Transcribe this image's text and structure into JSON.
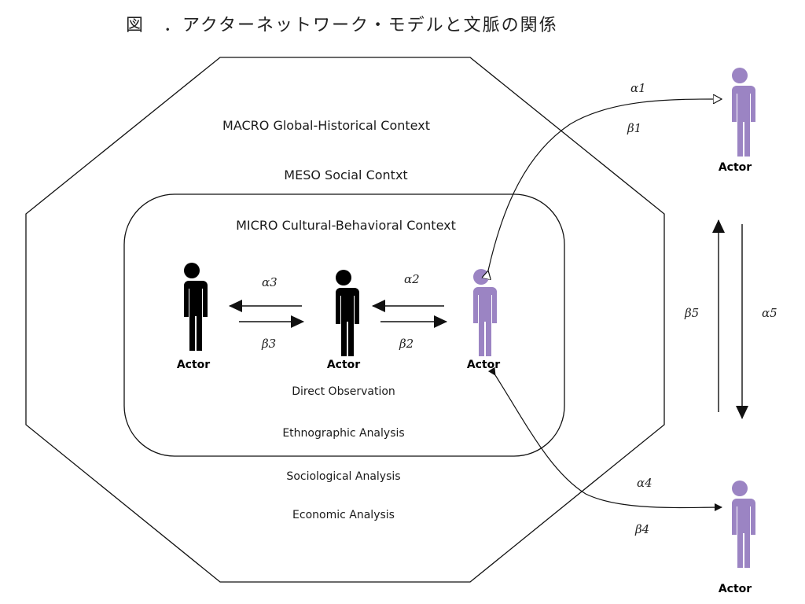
{
  "title": "図　．アクターネットワーク・モデルと文脈の関係",
  "contexts": {
    "macro": "MACRO Global-Historical Context",
    "meso": "MESO Social Contxt",
    "micro": "MICRO Cultural-Behavioral Context"
  },
  "methods": {
    "direct_observation": "Direct Observation",
    "ethnographic": "Ethnographic Analysis",
    "sociological": "Sociological Analysis",
    "economic": "Economic Analysis"
  },
  "actor_label": "Actor",
  "actors": [
    {
      "id": "actor-1",
      "label": "Actor",
      "color": "#000000"
    },
    {
      "id": "actor-2",
      "label": "Actor",
      "color": "#000000"
    },
    {
      "id": "actor-3",
      "label": "Actor",
      "color": "#9b84c3"
    },
    {
      "id": "actor-top-right",
      "label": "Actor",
      "color": "#9b84c3"
    },
    {
      "id": "actor-bottom-right",
      "label": "Actor",
      "color": "#9b84c3"
    }
  ],
  "links": {
    "alpha1": "α1",
    "beta1": "β1",
    "alpha2": "α2",
    "beta2": "β2",
    "alpha3": "α3",
    "beta3": "β3",
    "alpha4": "α4",
    "beta4": "β4",
    "alpha5": "α5",
    "beta5": "β5"
  },
  "colors": {
    "external_actor": "#9b84c3",
    "internal_actor": "#000000",
    "line": "#111111"
  }
}
